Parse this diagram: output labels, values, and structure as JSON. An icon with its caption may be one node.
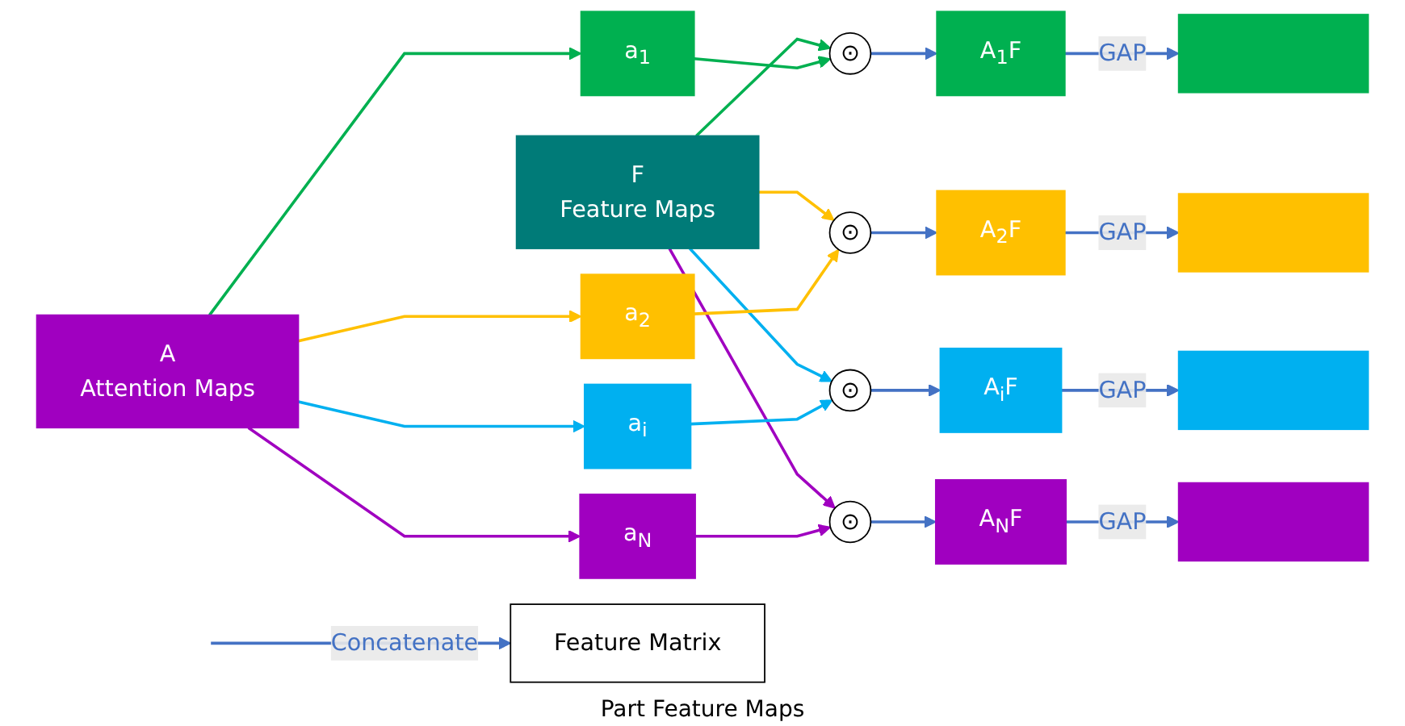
{
  "diagram": {
    "nodes": [
      {
        "text": [
          "F",
          "Feature Maps"
        ]
      },
      {
        "text": [
          "A",
          "Attention Maps"
        ]
      },
      {
        "text": [
          "a$_{1}$"
        ]
      },
      {
        "text": [
          "a$_{2}$"
        ]
      },
      {
        "text": [
          "a$_{i}$"
        ]
      },
      {
        "text": [
          "a$_{N}$"
        ]
      },
      {
        "text": [
          "⊙"
        ]
      },
      {
        "text": [
          "⊙"
        ]
      },
      {
        "text": [
          "⊙"
        ]
      },
      {
        "text": [
          "⊙"
        ]
      },
      {
        "text": [
          "A$_{1}$F"
        ]
      },
      {
        "text": [
          "A$_{2}$F"
        ]
      },
      {
        "text": [
          "A$_{i}$F"
        ]
      },
      {
        "text": [
          "A$_{N}$F"
        ]
      },
      {
        "text": [],
        "shape": "bar"
      },
      {
        "text": [],
        "shape": "bar"
      },
      {
        "text": [],
        "shape": "bar"
      },
      {
        "text": [],
        "shape": "bar"
      },
      {
        "text": [
          "Feature Matrix"
        ]
      }
    ],
    "edges": [
      {
        "from": 0,
        "to": 6,
        "arrow": "to",
        "color": "#00b050"
      },
      {
        "from": 0,
        "to": 7,
        "arrow": "to",
        "color": "#ffc000"
      },
      {
        "from": 0,
        "to": 8,
        "arrow": "to",
        "color": "#00b0f0"
      },
      {
        "from": 0,
        "to": 9,
        "arrow": "to",
        "color": "#a000c0"
      },
      {
        "from": 1,
        "to": 2,
        "arrow": "to",
        "color": "#00b050"
      },
      {
        "from": 1,
        "to": 3,
        "arrow": "to",
        "color": "#ffc000"
      },
      {
        "from": 1,
        "to": 4,
        "arrow": "to",
        "color": "#00b0f0"
      },
      {
        "from": 1,
        "to": 5,
        "arrow": "to",
        "color": "#a000c0"
      },
      {
        "from": 2,
        "to": 6,
        "arrow": "to",
        "color": "#00b050"
      },
      {
        "from": 3,
        "to": 7,
        "arrow": "to",
        "color": "#ffc000"
      },
      {
        "from": 4,
        "to": 8,
        "arrow": "to",
        "color": "#00b0f0"
      },
      {
        "from": 5,
        "to": 9,
        "arrow": "to",
        "color": "#a000c0"
      },
      {
        "from": 6,
        "to": 10,
        "arrow": "to"
      },
      {
        "from": 7,
        "to": 11,
        "arrow": "to"
      },
      {
        "from": 8,
        "to": 12,
        "arrow": "to"
      },
      {
        "from": 9,
        "to": 13,
        "arrow": "to"
      },
      {
        "from": 10,
        "to": 14,
        "arrow": "to",
        "label": "GAP"
      },
      {
        "from": 11,
        "to": 15,
        "arrow": "to",
        "label": "GAP"
      },
      {
        "from": 12,
        "to": 16,
        "arrow": "to",
        "label": "GAP"
      },
      {
        "from": 13,
        "to": 17,
        "arrow": "to",
        "label": "GAP"
      },
      {
        "from": null,
        "to": 18,
        "arrow": "to",
        "label": "Concatenate"
      }
    ],
    "labels": [
      "Part Feature Maps"
    ]
  }
}
